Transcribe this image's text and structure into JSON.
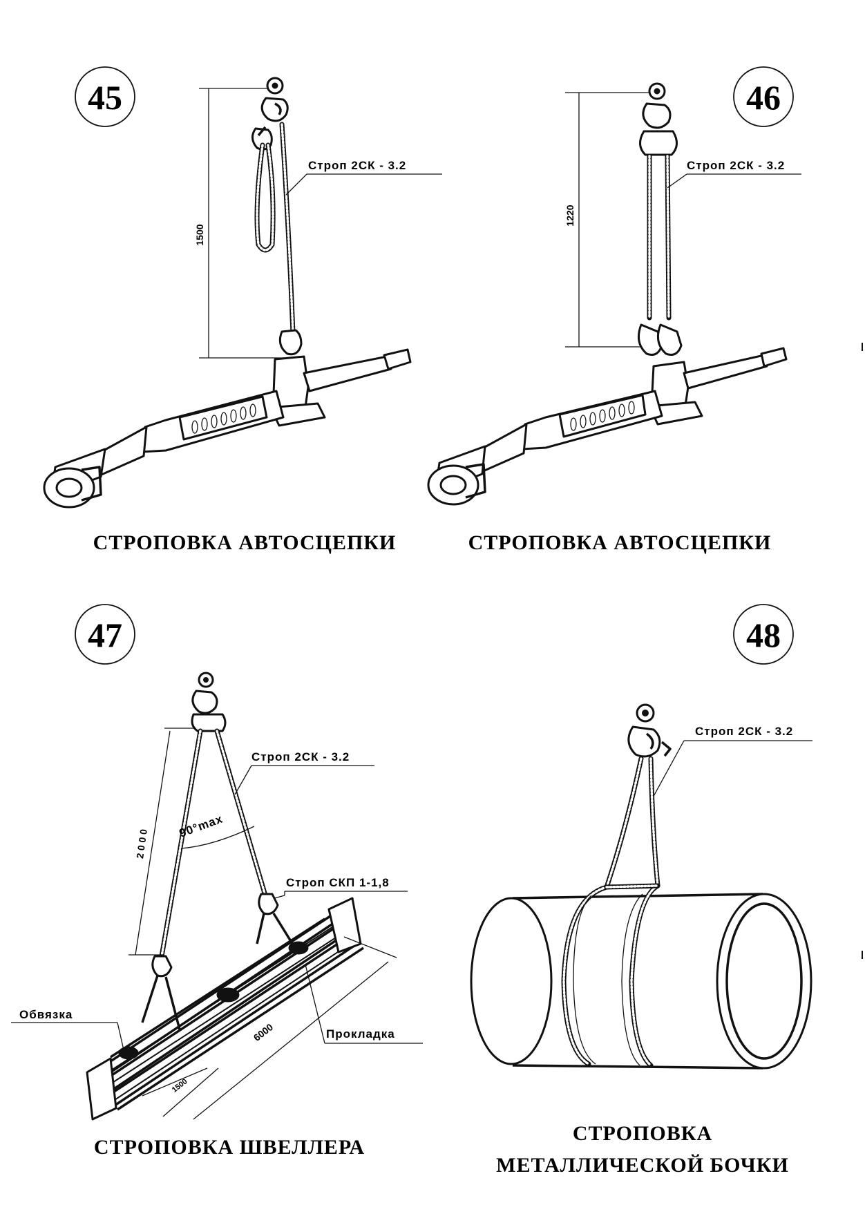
{
  "figures": [
    {
      "number": "45",
      "caption": "СТРОПОВКА  АВТОСЦЕПКИ",
      "callout": "Строп  2СК - 3.2",
      "dimension": "1500"
    },
    {
      "number": "46",
      "caption": "СТРОПОВКА  АВТОСЦЕПКИ",
      "callout": "Строп  2СК - 3.2",
      "dimension": "1220"
    },
    {
      "number": "47",
      "caption": "СТРОПОВКА  ШВЕЛЛЕРА",
      "callout": "Строп  2СК - 3.2",
      "callout2": "Строп  СКП 1-1,8",
      "label_left": "Обвязка",
      "label_right": "Прокладка",
      "dimension_height": "2 0 0 0",
      "dimension_length": "6000",
      "dimension_width": "1500",
      "angle_text": "90°max"
    },
    {
      "number": "48",
      "caption_line1": "СТРОПОВКА",
      "caption_line2": "МЕТАЛЛИЧЕСКОЙ  БОЧКИ",
      "callout": "Строп  2СК - 3.2"
    }
  ]
}
